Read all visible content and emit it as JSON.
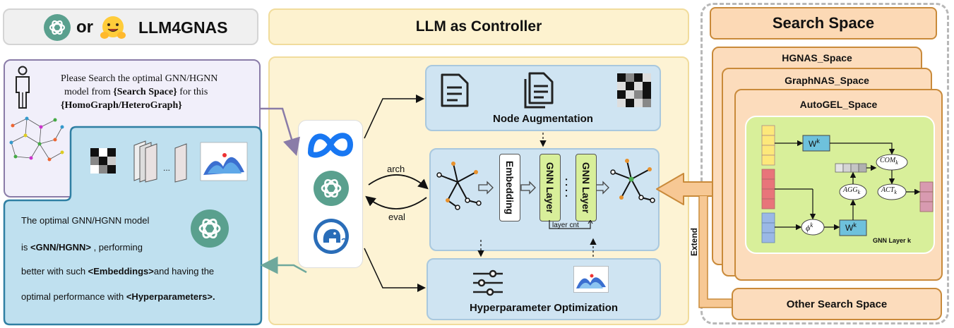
{
  "header": {
    "or_text": "or",
    "brand": "LLM4GNAS",
    "controller_title": "LLM as Controller",
    "search_space_title": "Search Space"
  },
  "prompt": {
    "line1": "Please Search the optimal GNN/HGNN",
    "line2a": "model from ",
    "line2b": "{Search Space}",
    "line2c": " for this",
    "line3": "{HomoGraph/HeteroGraph}"
  },
  "result": {
    "line1": "The optimal GNN/HGNN model",
    "line2a": "is ",
    "line2b": "<GNN/HGNN>",
    "line2c": " ,  performing",
    "line3a": "better with such ",
    "line3b": "<Embeddings>",
    "line3c": "and having the",
    "line4a": "optimal performance with ",
    "line4b": "<Hyperparameters>."
  },
  "images_strip": {
    "ellipsis": "..."
  },
  "controller": {
    "arch_label": "arch",
    "eval_label": "eval",
    "node_aug_title": "Node Augmentation",
    "embedding_label": "Embedding",
    "gnn_layer_label": "GNN Layer",
    "dots": ". . . .",
    "layer_cnt": "layer cnt",
    "hpo_title": "Hyperparameter Optimization"
  },
  "search_space": {
    "hgnas": "HGNAS_Space",
    "graphnas": "GraphNAS_Space",
    "autogel": "AutoGEL_Space",
    "other": "Other Search Space",
    "extend": "Extend",
    "layer": {
      "w": "W",
      "w_sup": "k",
      "com": "COM",
      "act": "ACT",
      "agg": "AGG",
      "phi": "ϕ",
      "sub": "k",
      "gnn_layer_k": "GNN Layer k"
    }
  },
  "colors": {
    "orange_fill": "#fcdcbc",
    "orange_border": "#c98a3a",
    "panel_yellow": "#fdf3d4",
    "blue_fill": "#cfe4f2",
    "green_fill": "#d8ef9a",
    "teal": "#3c8aa8",
    "purple": "#8a7ca8",
    "arrow_orange": "#f7c894"
  }
}
